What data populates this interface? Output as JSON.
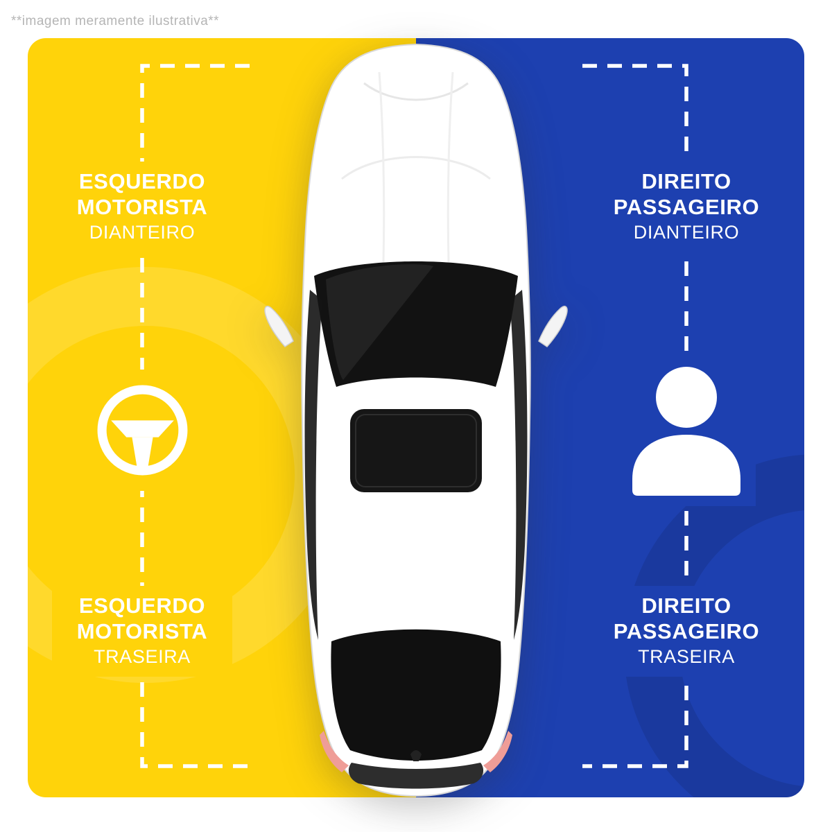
{
  "disclaimer": "**imagem meramente ilustrativa**",
  "colors": {
    "driver_side_bg": "#ffd30a",
    "passenger_side_bg": "#1d40b0",
    "label_text": "#ffffff",
    "disclaimer_text": "#b5b5b5",
    "dash_line": "#ffffff"
  },
  "labels": {
    "front_left": {
      "line1": "ESQUERDO",
      "line2": "MOTORISTA",
      "line3": "DIANTEIRO"
    },
    "rear_left": {
      "line1": "ESQUERDO",
      "line2": "MOTORISTA",
      "line3": "TRASEIRA"
    },
    "front_right": {
      "line1": "DIREITO",
      "line2": "PASSAGEIRO",
      "line3": "DIANTEIRO"
    },
    "rear_right": {
      "line1": "DIREITO",
      "line2": "PASSAGEIRO",
      "line3": "TRASEIRA"
    }
  },
  "icons": {
    "driver_side": "steering-wheel-icon",
    "passenger_side": "person-icon"
  }
}
